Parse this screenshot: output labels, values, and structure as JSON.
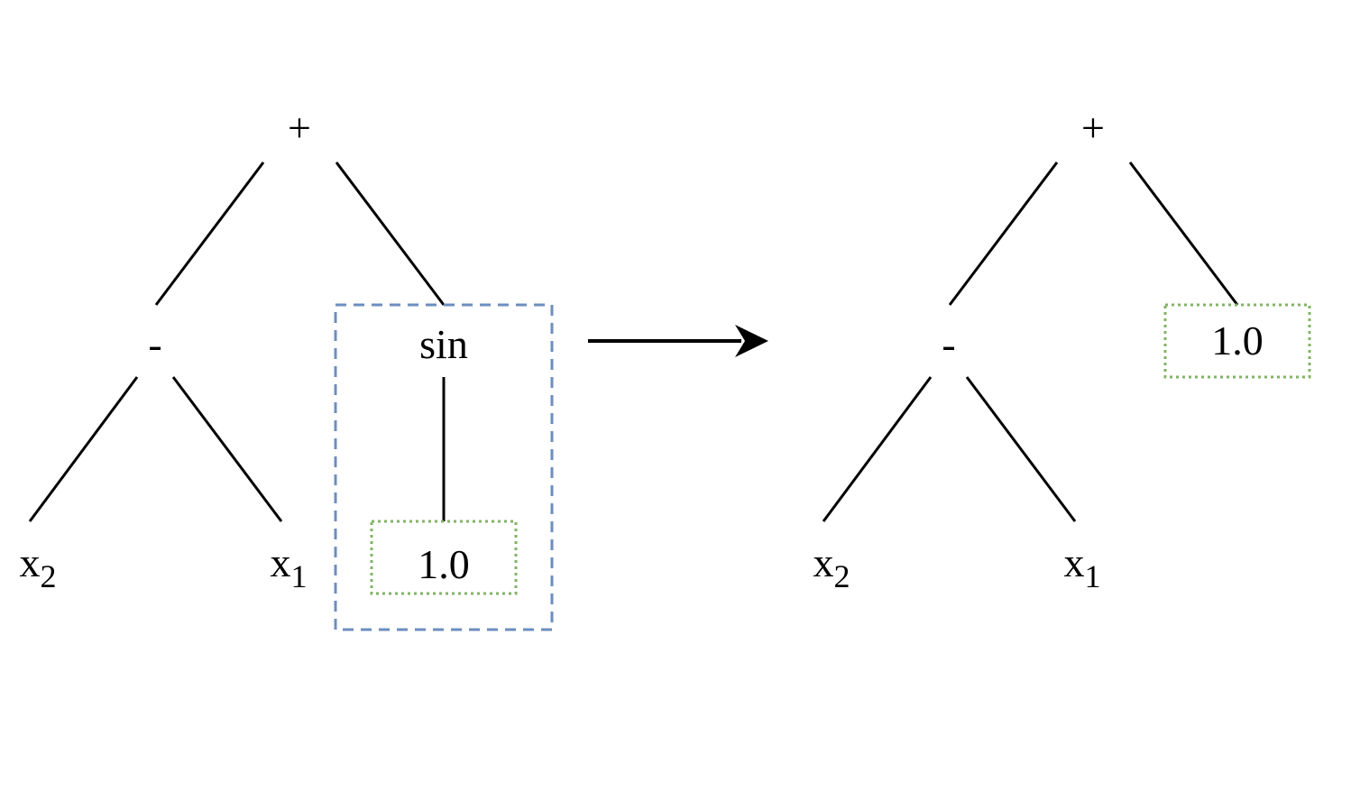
{
  "colors": {
    "edge": "#000000",
    "removed_subtree_border": "#6c8ebf",
    "constant_border": "#82b366",
    "text": "#000000"
  },
  "before_tree": {
    "root": "+",
    "minus": "-",
    "sin": "sin",
    "x2": {
      "base": "x",
      "sub": "2"
    },
    "x1": {
      "base": "x",
      "sub": "1"
    },
    "constant": "1.0"
  },
  "after_tree": {
    "root": "+",
    "minus": "-",
    "x2": {
      "base": "x",
      "sub": "2"
    },
    "x1": {
      "base": "x",
      "sub": "1"
    },
    "constant": "1.0"
  }
}
